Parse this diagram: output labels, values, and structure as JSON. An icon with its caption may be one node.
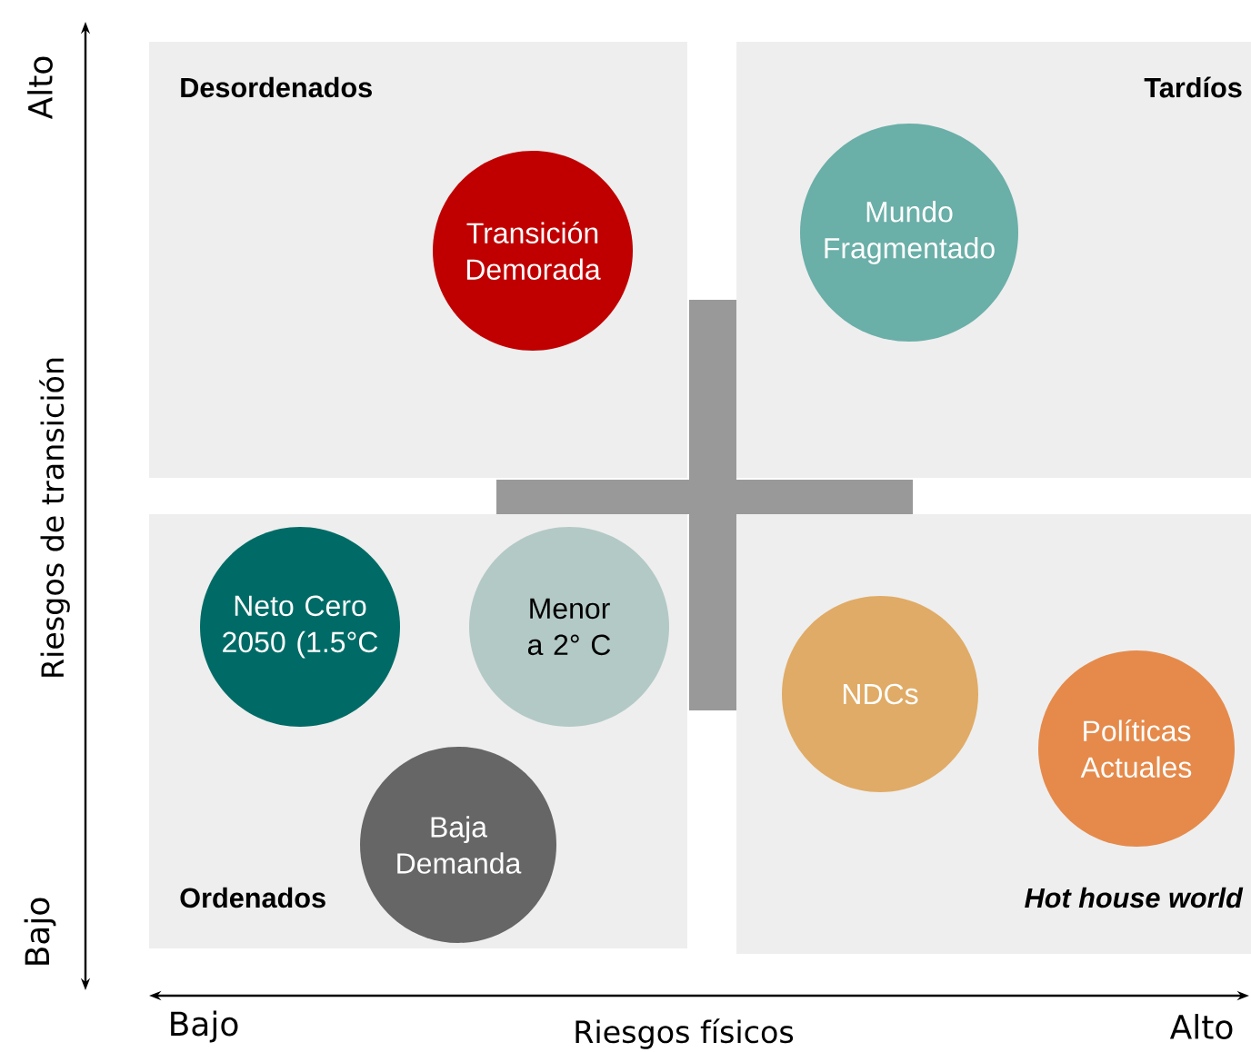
{
  "diagram": {
    "nodes": [
      {
        "text": [
          "Desordenados"
        ]
      },
      {
        "text": [
          "Transición Demorada"
        ],
        "in": 0
      },
      {
        "text": [
          "Tardíos"
        ]
      },
      {
        "text": [
          "Mundo Fragmentado"
        ],
        "in": 2
      },
      {
        "text": [
          "Ordenados"
        ]
      },
      {
        "text": [
          "Neto Cero 2050 (1.5°C"
        ],
        "in": 4
      },
      {
        "text": [
          "Menor a 2° C"
        ],
        "in": 4
      },
      {
        "text": [
          "Baja Demanda"
        ],
        "in": 4
      },
      {
        "text": [
          "Hot house world"
        ]
      },
      {
        "text": [
          "NDCs"
        ],
        "in": 8
      },
      {
        "text": [
          "Políticas Actuales"
        ],
        "in": 8
      }
    ],
    "labels": [
      "Alto",
      "Riesgos de transición",
      "Bajo",
      "Bajo",
      "Riesgos físicos",
      "Alto"
    ]
  }
}
